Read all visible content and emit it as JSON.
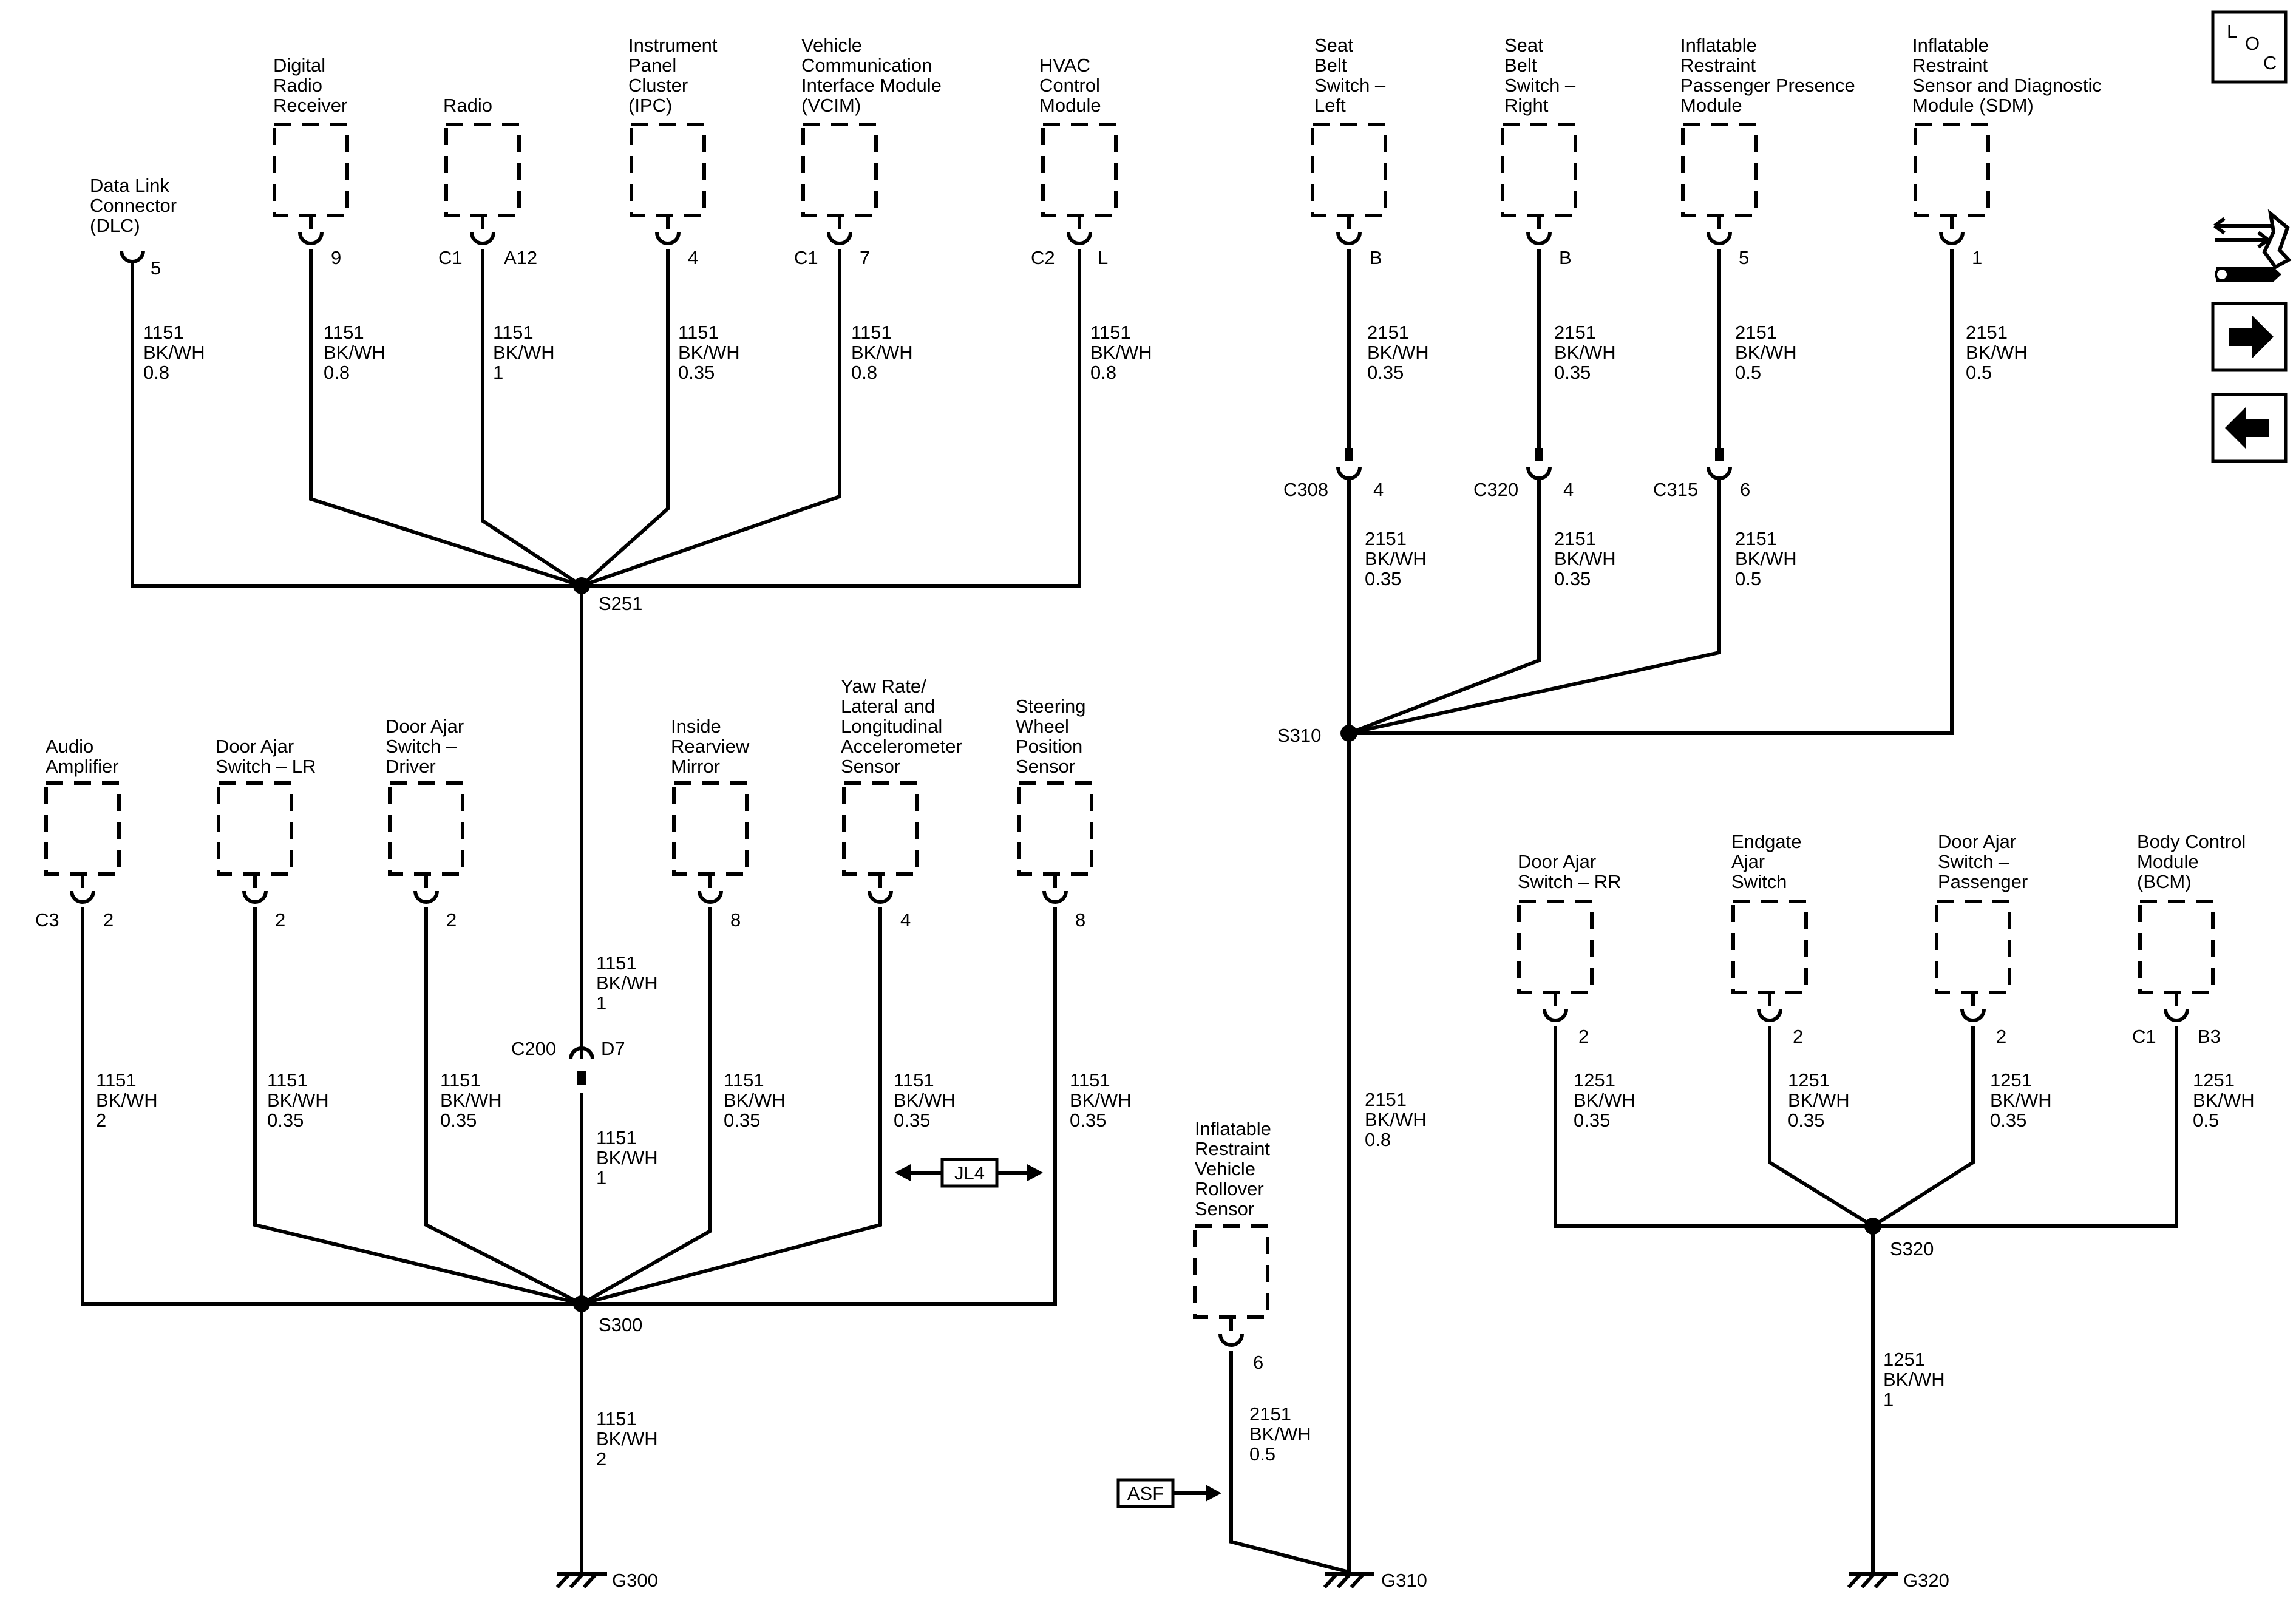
{
  "nav": {
    "loc": [
      "L",
      "O",
      "C"
    ]
  },
  "components": {
    "dlc": [
      "Data Link",
      "Connector",
      "(DLC)"
    ],
    "digital_radio": [
      "Digital",
      "Radio",
      "Receiver"
    ],
    "radio": [
      "Radio"
    ],
    "ipc": [
      "Instrument",
      "Panel",
      "Cluster",
      "(IPC)"
    ],
    "vcim": [
      "Vehicle",
      "Communication",
      "Interface Module",
      "(VCIM)"
    ],
    "hvac": [
      "HVAC",
      "Control",
      "Module"
    ],
    "seat_belt_left": [
      "Seat",
      "Belt",
      "Switch –",
      "Left"
    ],
    "seat_belt_right": [
      "Seat",
      "Belt",
      "Switch –",
      "Right"
    ],
    "irppm": [
      "Inflatable",
      "Restraint",
      "Passenger Presence",
      "Module"
    ],
    "sdm": [
      "Inflatable",
      "Restraint",
      "Sensor and Diagnostic",
      "Module (SDM)"
    ],
    "audio_amp": [
      "Audio",
      "Amplifier"
    ],
    "door_lr": [
      "Door Ajar",
      "Switch – LR"
    ],
    "door_driver": [
      "Door Ajar",
      "Switch –",
      "Driver"
    ],
    "mirror": [
      "Inside",
      "Rearview",
      "Mirror"
    ],
    "yaw": [
      "Yaw Rate/",
      "Lateral and",
      "Longitudinal",
      "Accelerometer",
      "Sensor"
    ],
    "steering": [
      "Steering",
      "Wheel",
      "Position",
      "Sensor"
    ],
    "rollover": [
      "Inflatable",
      "Restraint",
      "Vehicle",
      "Rollover",
      "Sensor"
    ],
    "door_rr": [
      "Door Ajar",
      "Switch – RR"
    ],
    "endgate": [
      "Endgate",
      "Ajar",
      "Switch"
    ],
    "door_pass": [
      "Door Ajar",
      "Switch –",
      "Passenger"
    ],
    "bcm": [
      "Body Control",
      "Module",
      "(BCM)"
    ]
  },
  "pins": {
    "dlc": "5",
    "digital_radio": "9",
    "radio_conn": "C1",
    "radio": "A12",
    "ipc": "4",
    "vcim_conn": "C1",
    "vcim": "7",
    "hvac_conn": "C2",
    "hvac": "L",
    "seat_belt_left": "B",
    "seat_belt_right": "B",
    "irppm": "5",
    "sdm": "1",
    "c308_pin": "4",
    "c320_pin": "4",
    "c315_pin": "6",
    "audio_conn": "C3",
    "audio_amp": "2",
    "door_lr": "2",
    "door_driver": "2",
    "mirror": "8",
    "yaw": "4",
    "steering": "8",
    "c200_pin": "D7",
    "rollover": "6",
    "door_rr": "2",
    "endgate": "2",
    "door_pass": "2",
    "bcm_conn": "C1",
    "bcm": "B3"
  },
  "connectors": {
    "c308": "C308",
    "c320": "C320",
    "c315": "C315",
    "c200": "C200"
  },
  "splices": {
    "s251": "S251",
    "s300": "S300",
    "s310": "S310",
    "s320": "S320"
  },
  "grounds": {
    "g300": "G300",
    "g310": "G310",
    "g320": "G320"
  },
  "options": {
    "jl4": "JL4",
    "asf": "ASF"
  },
  "wires": {
    "dlc": [
      "1151",
      "BK/WH",
      "0.8"
    ],
    "digital_radio": [
      "1151",
      "BK/WH",
      "0.8"
    ],
    "radio": [
      "1151",
      "BK/WH",
      "1"
    ],
    "ipc": [
      "1151",
      "BK/WH",
      "0.35"
    ],
    "vcim": [
      "1151",
      "BK/WH",
      "0.8"
    ],
    "hvac": [
      "1151",
      "BK/WH",
      "0.8"
    ],
    "s251_c200": [
      "1151",
      "BK/WH",
      "1"
    ],
    "c200_s300": [
      "1151",
      "BK/WH",
      "1"
    ],
    "audio_amp": [
      "1151",
      "BK/WH",
      "2"
    ],
    "door_lr": [
      "1151",
      "BK/WH",
      "0.35"
    ],
    "door_driver": [
      "1151",
      "BK/WH",
      "0.35"
    ],
    "mirror": [
      "1151",
      "BK/WH",
      "0.35"
    ],
    "yaw": [
      "1151",
      "BK/WH",
      "0.35"
    ],
    "steering": [
      "1151",
      "BK/WH",
      "0.35"
    ],
    "s300_g300": [
      "1151",
      "BK/WH",
      "2"
    ],
    "seat_left_up": [
      "2151",
      "BK/WH",
      "0.35"
    ],
    "seat_right_up": [
      "2151",
      "BK/WH",
      "0.35"
    ],
    "irppm_up": [
      "2151",
      "BK/WH",
      "0.5"
    ],
    "sdm": [
      "2151",
      "BK/WH",
      "0.5"
    ],
    "c308_s310": [
      "2151",
      "BK/WH",
      "0.35"
    ],
    "c320_s310": [
      "2151",
      "BK/WH",
      "0.35"
    ],
    "c315_s310": [
      "2151",
      "BK/WH",
      "0.5"
    ],
    "s310_g310": [
      "2151",
      "BK/WH",
      "0.8"
    ],
    "rollover": [
      "2151",
      "BK/WH",
      "0.5"
    ],
    "door_rr": [
      "1251",
      "BK/WH",
      "0.35"
    ],
    "endgate": [
      "1251",
      "BK/WH",
      "0.35"
    ],
    "door_pass": [
      "1251",
      "BK/WH",
      "0.35"
    ],
    "bcm": [
      "1251",
      "BK/WH",
      "0.5"
    ],
    "s320_g320": [
      "1251",
      "BK/WH",
      "1"
    ]
  }
}
